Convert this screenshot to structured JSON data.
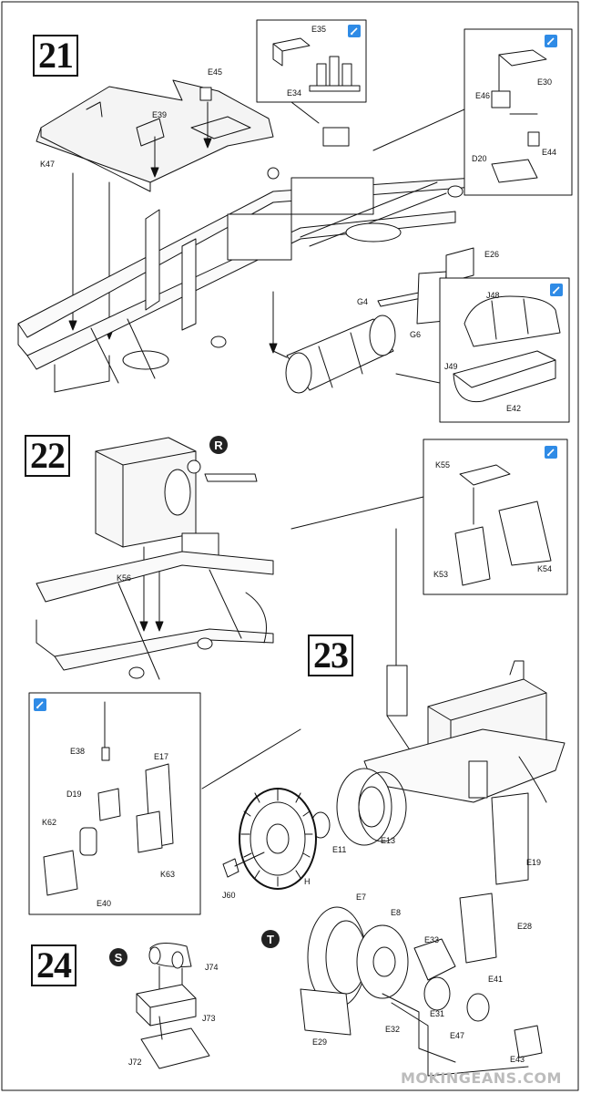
{
  "steps": {
    "s21": "21",
    "s22": "22",
    "s23": "23",
    "s24": "24"
  },
  "options": {
    "r": "R",
    "s": "S",
    "t": "T"
  },
  "icons": {
    "glue": "glue-icon",
    "glue_color": "#2f8be6",
    "option_marker_color": "#222222"
  },
  "labels": {
    "E45": "E45",
    "E39": "E39",
    "K47": "K47",
    "E35": "E35",
    "E34": "E34",
    "E30": "E30",
    "E46": "E46",
    "E44": "E44",
    "D20": "D20",
    "E26": "E26",
    "G4": "G4",
    "G6": "G6",
    "J48": "J48",
    "J49": "J49",
    "E42": "E42",
    "K56": "K56",
    "K55": "K55",
    "K53": "K53",
    "K54": "K54",
    "E38": "E38",
    "E17": "E17",
    "D19": "D19",
    "K62": "K62",
    "K63": "K63",
    "E40": "E40",
    "E11": "E11",
    "E13": "E13",
    "E19": "E19",
    "H": "H",
    "J60": "J60",
    "E7": "E7",
    "E8": "E8",
    "E28": "E28",
    "E33": "E33",
    "E41": "E41",
    "E31": "E31",
    "E32": "E32",
    "E29": "E29",
    "E47": "E47",
    "E43": "E43",
    "J74": "J74",
    "J73": "J73",
    "J72": "J72"
  },
  "watermark": "MOKINGEANS.COM"
}
